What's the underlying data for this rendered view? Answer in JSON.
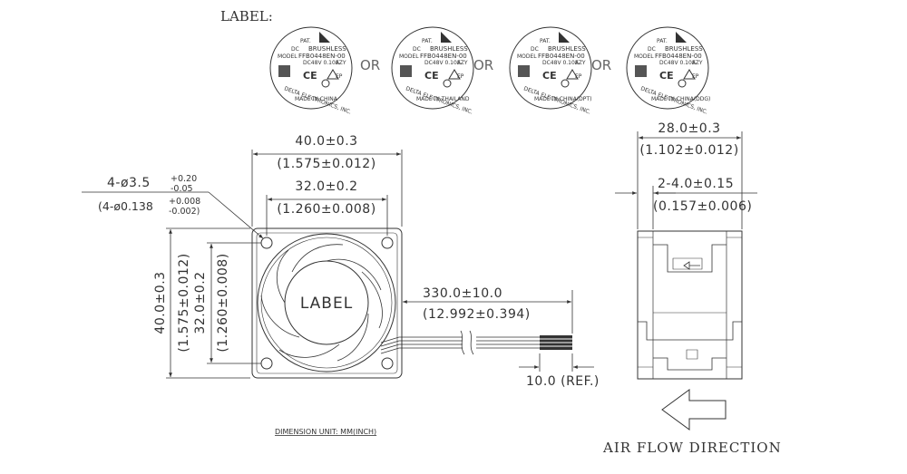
{
  "label_section": {
    "title": "LABEL:",
    "separator": "OR",
    "labels": [
      {
        "pat": "PAT.",
        "dc": "DC",
        "type": "BRUSHLESS",
        "model_key": "MODEL",
        "model": "FFB0448EN-00",
        "rating": "DC48V  0.10A",
        "ezy": "EZY",
        "ep": "EP",
        "ce": "CE",
        "company": "DELTA ELECTRONICS, INC.",
        "origin": "MADE IN CHINA"
      },
      {
        "pat": "PAT.",
        "dc": "DC",
        "type": "BRUSHLESS",
        "model_key": "MODEL",
        "model": "FFB0448EN-00",
        "rating": "DC48V  0.10A",
        "ezy": "EZY",
        "ep": "EP",
        "ce": "CE",
        "company": "DELTA ELECTRONICS, INC.",
        "origin": "MADE IN THAILAND"
      },
      {
        "pat": "PAT.",
        "dc": "DC",
        "type": "BRUSHLESS",
        "model_key": "MODEL",
        "model": "FFB0448EN-00",
        "rating": "DC48V  0.10A",
        "ezy": "EZY",
        "ep": "EP",
        "ce": "CE",
        "company": "DELTA ELECTRONICS, INC.",
        "origin": "MADE IN CHINA(DPT)"
      },
      {
        "pat": "PAT.",
        "dc": "DC",
        "type": "BRUSHLESS",
        "model_key": "MODEL",
        "model": "FFB0448EN-00",
        "rating": "DC48V  0.10A",
        "ezy": "EZY",
        "ep": "EP",
        "ce": "CE",
        "company": "DELTA ELECTRONICS, INC.",
        "origin": "MADE IN CHINA(DDG)"
      }
    ]
  },
  "front_view": {
    "outer_width": "40.0±0.3",
    "outer_width_inch": "(1.575±0.012)",
    "hole_pitch": "32.0±0.2",
    "hole_pitch_inch": "(1.260±0.008)",
    "hole_mm": "4-ø3.5",
    "hole_mm_tol_plus": "+0.20",
    "hole_mm_tol_minus": "-0.05",
    "hole_inch": "(4-ø0.138",
    "hole_inch_tol_plus": "+0.008",
    "hole_inch_tol_minus": "-0.002)",
    "outer_height": "40.0±0.3",
    "outer_height_inch": "(1.575±0.012)",
    "hole_pitch_v": "32.0±0.2",
    "hole_pitch_v_inch": "(1.260±0.008)",
    "center_label": "LABEL",
    "lead_length": "330.0±10.0",
    "lead_length_inch": "(12.992±0.394)",
    "strip_length": "10.0 (REF.)"
  },
  "side_view": {
    "depth": "28.0±0.3",
    "depth_inch": "(1.102±0.012)",
    "flange": "2-4.0±0.15",
    "flange_inch": "(0.157±0.006)"
  },
  "notes": {
    "dimension_unit": "DIMENSION UNIT: MM(INCH)",
    "air_flow": "AIR FLOW DIRECTION"
  }
}
